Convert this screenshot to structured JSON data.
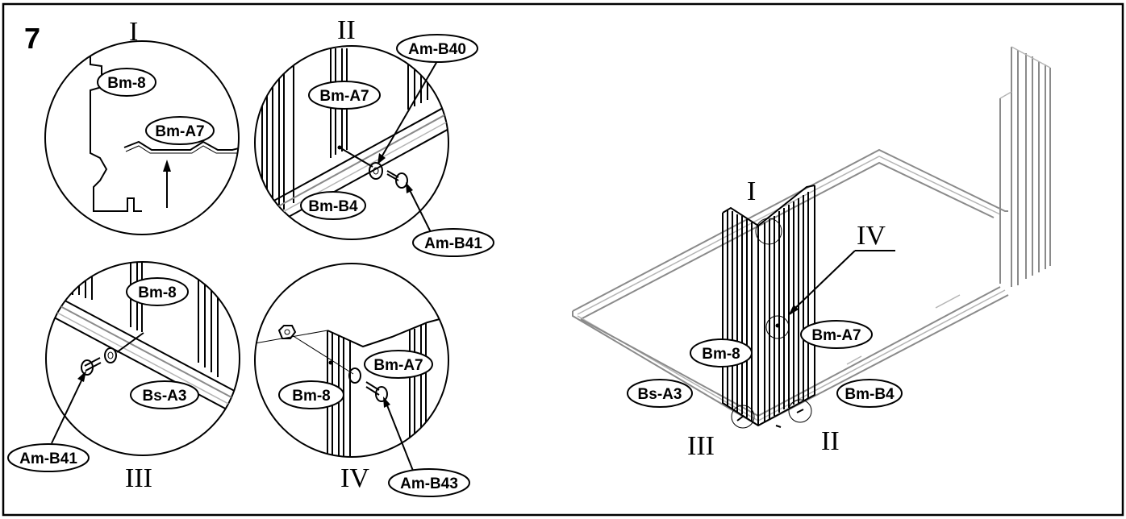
{
  "step_number": "7",
  "details": {
    "I": {
      "roman": "I",
      "labels": [
        "Bm-8",
        "Bm-A7"
      ]
    },
    "II": {
      "roman": "II",
      "labels": [
        "Am-B40",
        "Bm-A7",
        "Bm-B4",
        "Am-B41"
      ]
    },
    "III": {
      "roman": "III",
      "labels": [
        "Bm-8",
        "Bs-A3",
        "Am-B41"
      ]
    },
    "IV": {
      "roman": "IV",
      "labels": [
        "Bm-A7",
        "Bm-8",
        "Am-B43"
      ]
    }
  },
  "overview": {
    "markers": [
      "I",
      "IV",
      "III",
      "II"
    ],
    "labels": [
      "Bm-8",
      "Bm-A7",
      "Bs-A3",
      "Bm-B4"
    ]
  }
}
